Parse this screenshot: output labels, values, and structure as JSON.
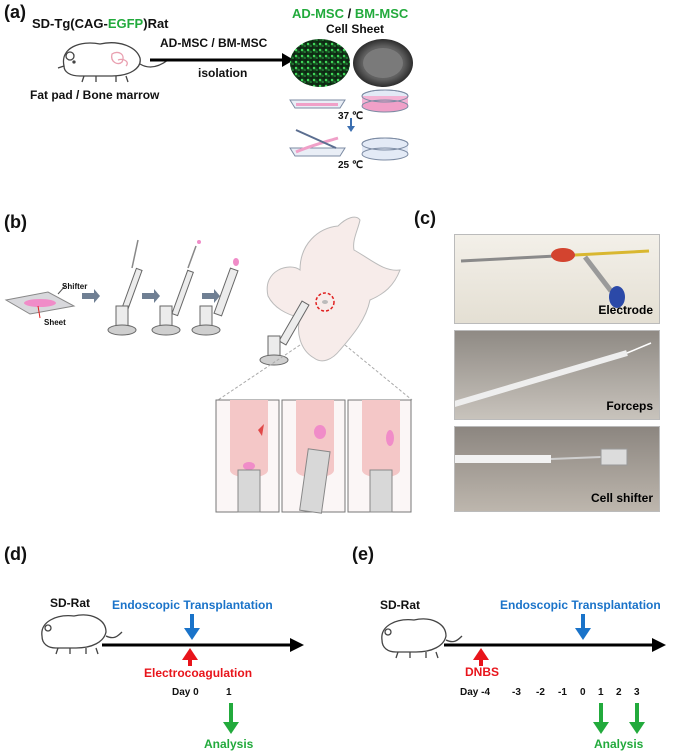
{
  "panel_a": {
    "label": "(a)",
    "title_prefix": "SD-Tg(CAG-",
    "title_green": "EGFP",
    "title_suffix": ")Rat",
    "source_caption": "Fat pad / Bone marrow",
    "arrow_top": "AD-MSC / BM-MSC",
    "arrow_bottom": "isolation",
    "ad_msc": "AD-MSC",
    "slash": " / ",
    "bm_msc": "BM-MSC",
    "cell_sheet": "Cell Sheet",
    "temp_high": "37 ℃",
    "temp_low": "25 ℃"
  },
  "panel_b": {
    "label": "(b)",
    "shifter": "Shifter",
    "sheet": "Sheet"
  },
  "panel_c": {
    "label": "(c)",
    "photos": [
      {
        "label": "Electrode"
      },
      {
        "label": "Forceps"
      },
      {
        "label": "Cell shifter"
      }
    ]
  },
  "panel_d": {
    "label": "(d)",
    "animal": "SD-Rat",
    "transplant_a": "Endoscopic",
    "transplant_b": "Transplantation",
    "procedure": "Electrocoagulation",
    "day_prefix": "Day 0",
    "day_1": "1",
    "analysis": "Analysis"
  },
  "panel_e": {
    "label": "(e)",
    "animal": "SD-Rat",
    "transplant_a": "Endoscopic",
    "transplant_b": "Transplantation",
    "induction": "DNBS",
    "days": [
      "Day -4",
      "-3",
      "-2",
      "-1",
      "0",
      "1",
      "2",
      "3"
    ],
    "analysis": "Analysis"
  },
  "colors": {
    "green": "#22aa3c",
    "blue": "#1a73c9",
    "red": "#e8141b"
  }
}
